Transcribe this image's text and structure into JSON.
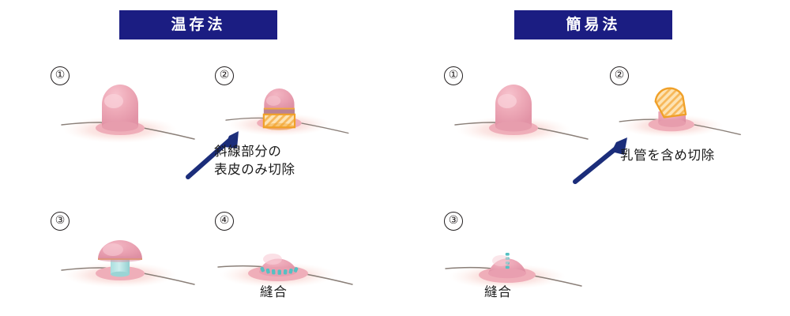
{
  "columns": [
    {
      "id": "preservation",
      "title": "温存法"
    },
    {
      "id": "simple",
      "title": "簡易法"
    }
  ],
  "panels": {
    "left": [
      {
        "number": "①",
        "art": "nipple-intact"
      },
      {
        "number": "②",
        "art": "nipple-hatched-base-band"
      },
      {
        "number": "③",
        "art": "nipple-mushroom-cyan-stalk"
      },
      {
        "number": "④",
        "art": "nipple-flattened-sutured"
      }
    ],
    "right": [
      {
        "number": "①",
        "art": "nipple-intact"
      },
      {
        "number": "②",
        "art": "nipple-hatched-wedge"
      },
      {
        "number": "③",
        "art": "nipple-flattened-vertical-suture"
      }
    ]
  },
  "annotations": {
    "left": "斜線部分の\n表皮のみ切除",
    "right": "乳管を含め切除"
  },
  "suture_labels": {
    "left": "縫合",
    "right": "縫合"
  },
  "colors": {
    "banner_background": "#1b1d82",
    "banner_text": "#ffffff",
    "arrow": "#1b2d7a",
    "nipple_pink": "#eda7b4",
    "areola_pink": "#f4c0ca",
    "skin_line": "#8a7f78",
    "hatch_orange": "#f5a623",
    "hatch_fill": "#fbd9a0",
    "suture_teal": "#68c8c8",
    "number_outline": "#231f20",
    "text": "#1a1a1a"
  }
}
